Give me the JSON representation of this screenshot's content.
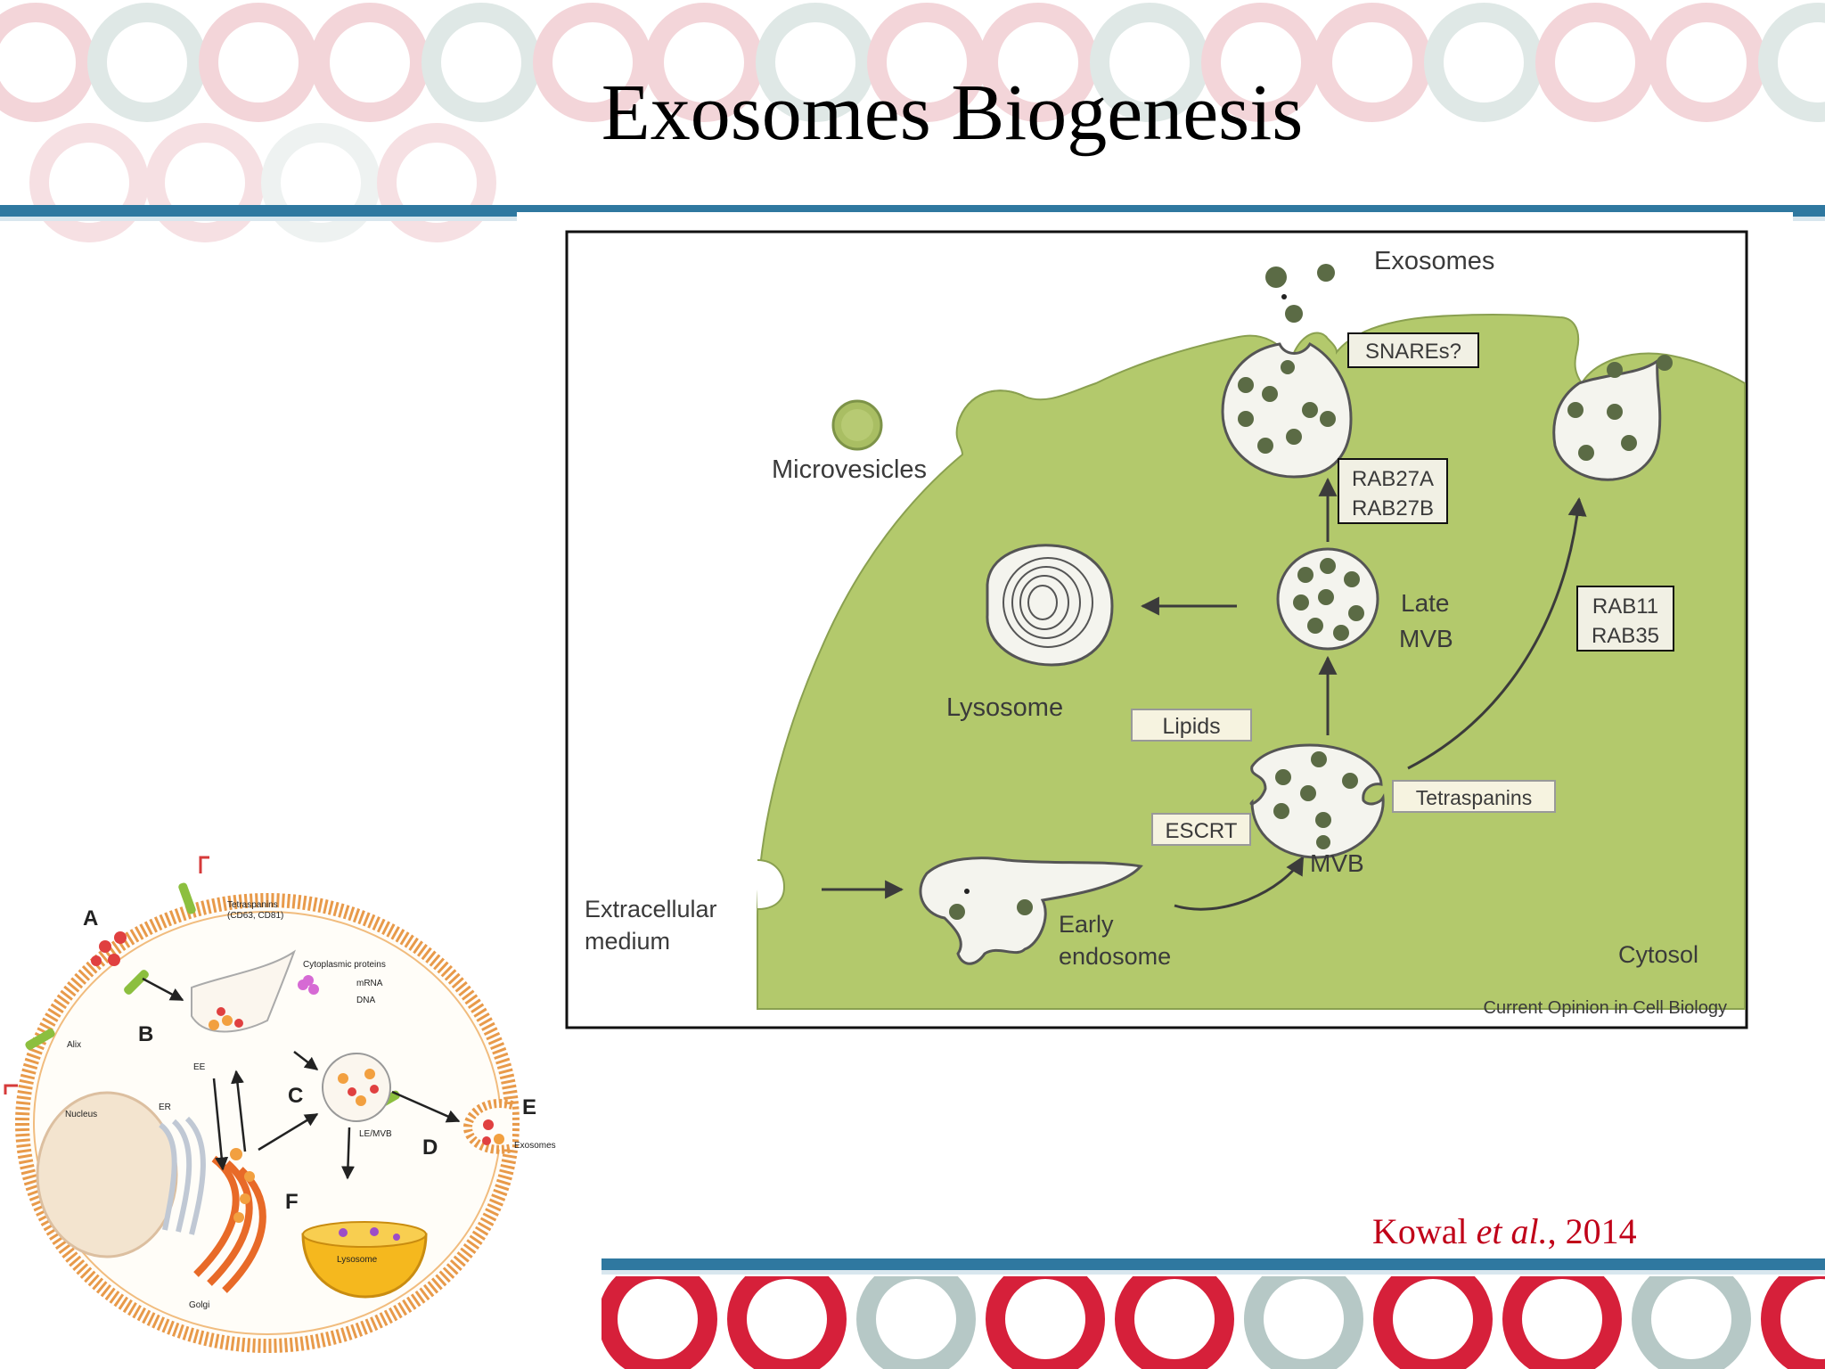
{
  "slide": {
    "title": "Exosomes Biogenesis",
    "citation": {
      "author": "Kowal",
      "etal": "et al.",
      "year": ", 2014"
    }
  },
  "main_figure": {
    "exosomes": "Exosomes",
    "snares": "SNAREs?",
    "microvesicles": "Microvesicles",
    "rab27a": "RAB27A",
    "rab27b": "RAB27B",
    "late": "Late",
    "mvb_late": "MVB",
    "rab11": "RAB11",
    "rab35": "RAB35",
    "lysosome": "Lysosome",
    "lipids": "Lipids",
    "tetraspanins": "Tetraspanins",
    "escrt": "ESCRT",
    "mvb": "MVB",
    "extracellular_line1": "Extracellular",
    "extracellular_line2": "medium",
    "early_line1": "Early",
    "early_line2": "endosome",
    "cytosol": "Cytosol",
    "source": "Current Opinion in Cell Biology"
  },
  "inset_figure": {
    "A": "A",
    "B": "B",
    "C": "C",
    "D": "D",
    "E": "E",
    "F": "F",
    "tetraspanins_line1": "Tetraspanins",
    "tetraspanins_line2": "(CD63, CD81)",
    "cytoplasmic_proteins": "Cytoplasmic proteins",
    "mrna": "mRNA",
    "dna": "DNA",
    "alix": "Alix",
    "ee": "EE",
    "nucleus": "Nucleus",
    "er": "ER",
    "le_mvb": "LE/MVB",
    "exosomes": "Exosomes",
    "lysosome": "Lysosome",
    "golgi": "Golgi"
  },
  "colors": {
    "band_blue": "#2f78a0",
    "ring_red": "#d6203a",
    "ring_grey": "#b6c8c6",
    "ring_faint": "#f0cfd3",
    "cell_green": "#b3c96c",
    "vesicle_dark": "#5b6b45",
    "membrane_orange": "#e89a4a",
    "citation_red": "#c00018"
  }
}
